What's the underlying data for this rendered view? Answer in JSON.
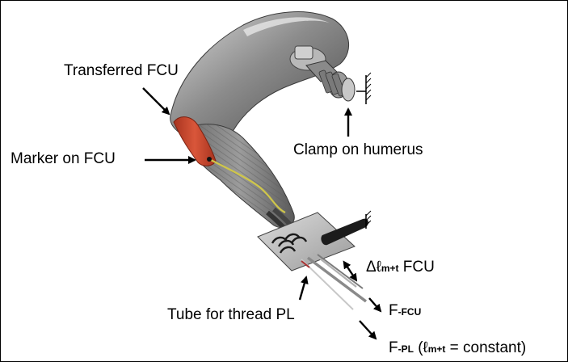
{
  "labels": {
    "transferred_fcu": "Transferred FCU",
    "marker_on_fcu": "Marker on FCU",
    "clamp_on_humerus": "Clamp on humerus",
    "tube_for_thread": "Tube for thread PL",
    "delta_symbol": "Δℓ",
    "delta_sub": "m+t",
    "delta_suffix": " FCU",
    "f_fcu_prefix": "F",
    "f_fcu_sub": "-FCU",
    "f_pl_prefix": "F",
    "f_pl_sub": "-PL",
    "f_pl_paren_open": " (ℓ",
    "f_pl_paren_sub": "m+t",
    "f_pl_paren_close": " = constant)"
  },
  "colors": {
    "arm_gray": "#8a8a8a",
    "muscle_red": "#c8472e",
    "marker_yellow": "#c9c23a",
    "metal": "#9a9a9a"
  }
}
